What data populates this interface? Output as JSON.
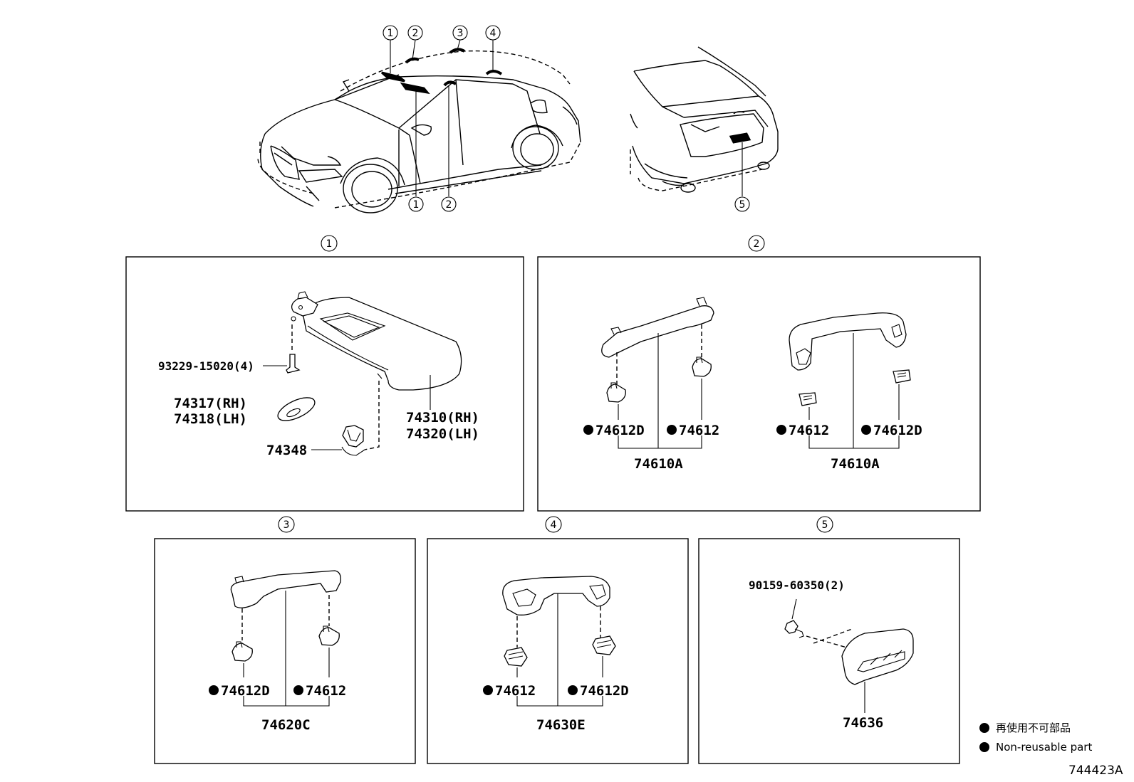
{
  "callouts": [
    "1",
    "2",
    "3",
    "4",
    "5"
  ],
  "panel1": {
    "parts": {
      "screw": "93229-15020(4)",
      "holder_rh": "74317(RH)",
      "holder_lh": "74318(LH)",
      "clip": "74348",
      "visor_rh": "74310(RH)",
      "visor_lh": "74320(LH)"
    }
  },
  "panel2": {
    "left": {
      "cap_d": "74612D",
      "cap": "74612",
      "assy": "74610A"
    },
    "right": {
      "cap": "74612",
      "cap_d": "74612D",
      "assy": "74610A"
    }
  },
  "panel3": {
    "cap_d": "74612D",
    "cap": "74612",
    "assy": "74620C"
  },
  "panel4": {
    "cap": "74612",
    "cap_d": "74612D",
    "assy": "74630E"
  },
  "panel5": {
    "screw": "90159-60350(2)",
    "handle": "74636"
  },
  "legend": {
    "japanese": "再使用不可部品",
    "english": "Non-reusable part"
  },
  "diagram_ref": "744423A"
}
